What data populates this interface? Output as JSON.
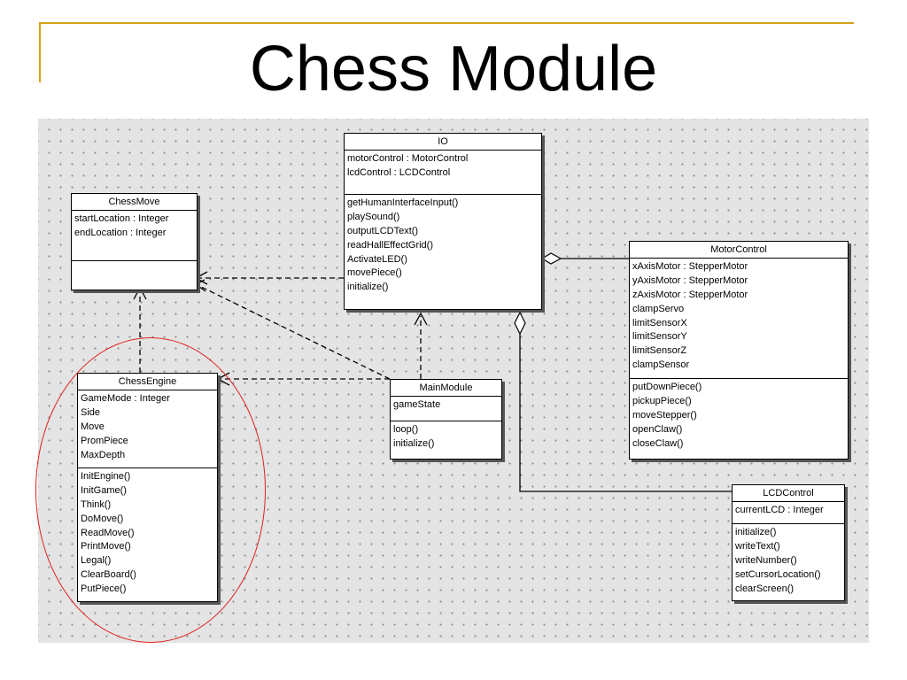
{
  "slide": {
    "title": "Chess Module"
  },
  "classes": {
    "io": {
      "name": "IO",
      "attributes": [
        "motorControl : MotorControl",
        "lcdControl : LCDControl"
      ],
      "methods": [
        "getHumanInterfaceInput()",
        "playSound()",
        "outputLCDText()",
        "readHallEffectGrid()",
        "ActivateLED()",
        "movePiece()",
        "initialize()"
      ]
    },
    "chessmove": {
      "name": "ChessMove",
      "attributes": [
        "startLocation : Integer",
        "endLocation : Integer"
      ],
      "methods": []
    },
    "motorcontrol": {
      "name": "MotorControl",
      "attributes": [
        "xAxisMotor : StepperMotor",
        "yAxisMotor : StepperMotor",
        "zAxisMotor : StepperMotor",
        "clampServo",
        "limitSensorX",
        "limitSensorY",
        "limitSensorZ",
        "clampSensor"
      ],
      "methods": [
        "putDownPiece()",
        "pickupPiece()",
        "moveStepper()",
        "openClaw()",
        "closeClaw()"
      ]
    },
    "chessengine": {
      "name": "ChessEngine",
      "attributes": [
        "GameMode : Integer",
        "Side",
        "Move",
        "PromPiece",
        "MaxDepth"
      ],
      "methods": [
        "InitEngine()",
        "InitGame()",
        "Think()",
        "DoMove()",
        "ReadMove()",
        "PrintMove()",
        "Legal()",
        "ClearBoard()",
        "PutPiece()"
      ]
    },
    "mainmodule": {
      "name": "MainModule",
      "attributes": [
        "gameState"
      ],
      "methods": [
        "loop()",
        "initialize()"
      ]
    },
    "lcdcontrol": {
      "name": "LCDControl",
      "attributes": [
        "currentLCD : Integer"
      ],
      "methods": [
        "initialize()",
        "writeText()",
        "writeNumber()",
        "setCursorLocation()",
        "clearScreen()"
      ]
    }
  },
  "colors": {
    "accent": "#d4a017",
    "highlight": "#e02020",
    "grid": "#e4e4e4"
  }
}
